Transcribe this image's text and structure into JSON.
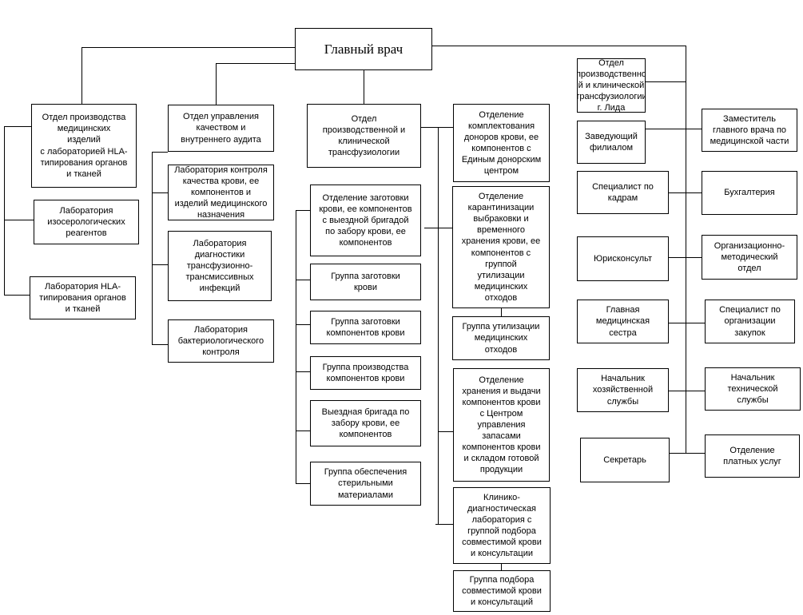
{
  "nodes": {
    "glavvrach": "Главный врач",
    "otdel_proizv_med": "Отдел производства\nмедицинских\nизделий\nс лабораторией HLA-\nтипирования органов\nи тканей",
    "lab_izoserolog": "Лаборатория\nизосерологических\nреагентов",
    "lab_hla": "Лаборатория HLA-\nтипирования органов\nи тканей",
    "otdel_upr_kachestvom": "Отдел управления\nкачеством и\nвнутреннего аудита",
    "lab_kontrolya": "Лаборатория контроля\nкачества крови, ее\nкомпонентов и\nизделий медицинского\nназначения",
    "lab_diagnostiki": "Лаборатория\nдиагностики\nтрансфузионно-\nтрансмиссивных\nинфекций",
    "lab_bakterio": "Лаборатория\nбактериологического\nконтроля",
    "otdel_proizv_klin": "Отдел\nпроизводственной и\nклинической\nтрансфузиологии",
    "otd_zagotovki": "Отделение заготовки\nкрови, ее компонентов\nс выездной бригадой\nпо забору крови, ее\nкомпонентов",
    "gr_zagotovki_krovi": "Группа заготовки\nкрови",
    "gr_zagotovki_komp": "Группа заготовки\nкомпонентов крови",
    "gr_proizvodstva": "Группа производства\nкомпонентов крови",
    "vyezdnaya": "Выездная бригада по\nзабору крови, ее\nкомпонентов",
    "gr_obespecheniya": "Группа обеспечения\nстерильными\nматериалами",
    "otd_komplektovaniya": "Отделение\nкомплектования\nдоноров крови, ее\nкомпонентов с\nЕдиным донорским\nцентром",
    "otd_karantinizacii": "Отделение\nкарантинизации\nвыбраковки и\nвременного\nхранения крови, ее\nкомпонентов с\nгруппой\nутилизации\nмедицинских\nотходов",
    "gr_utilizacii": "Группа утилизации\nмедицинских\nотходов",
    "otd_hraneniya": "Отделение\nхранения и выдачи\nкомпонентов крови\nс Центром\nуправления\nзапасами\nкомпонентов крови\nи складом готовой\nпродукции",
    "kdl": "Клинико-\nдиагностическая\nлаборатория с\nгруппой подбора\nсовместимой крови\nи консультации",
    "gr_podbora": "Группа подбора\nсовместимой крови\nи консультаций",
    "otdel_lida": "Отдел\nпроизводственно\nй и клинической\nтрансфузиологии\nг. Лида",
    "zav_filialom": "Заведующий\nфилиалом",
    "specialist_kadram": "Специалист по\nкадрам",
    "juriskonsult": "Юрисконсульт",
    "glavnaya_medsestra": "Главная\nмедицинская\nсестра",
    "nach_hoz": "Начальник\nхозяйственной\nслужбы",
    "sekretar": "Секретарь",
    "zam_glavvracha": "Заместитель\nглавного врача по\nмедицинской части",
    "buhgalteriya": "Бухгалтерия",
    "org_metod": "Организационно-\nметодический\nотдел",
    "specialist_zakupok": "Специалист по\nорганизации\nзакупок",
    "nach_tech": "Начальник\nтехнической\nслужбы",
    "otd_platnyh": "Отделение\nплатных услуг"
  }
}
